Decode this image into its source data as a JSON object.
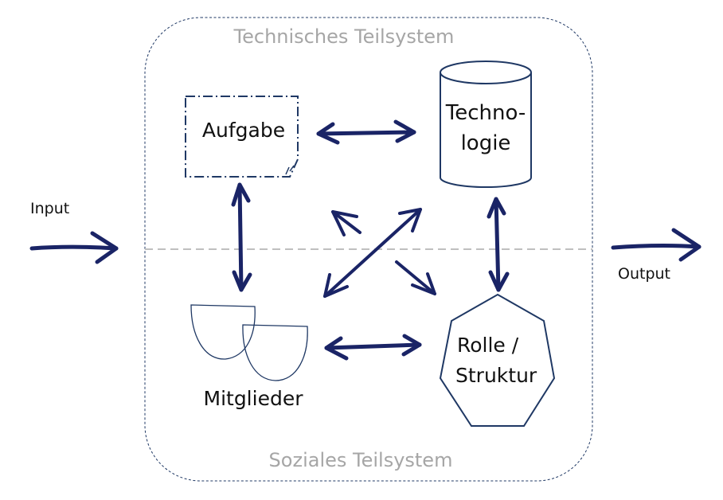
{
  "diagram": {
    "type": "socio-technical system model",
    "colors": {
      "arrow": "#1a2466",
      "shape_outline": "#1f3864",
      "subsystem_label": "#a6a6a6",
      "divider": "#bfbfbf"
    },
    "subsystems": {
      "technical": "Technisches Teilsystem",
      "social": "Soziales Teilsystem"
    },
    "nodes": {
      "task": {
        "label": "Aufgabe",
        "shape": "dash-dot rectangle"
      },
      "technology": {
        "line1": "Techno-",
        "line2": "logie",
        "shape": "cylinder"
      },
      "members": {
        "label": "Mitglieder",
        "shape": "two overlapping cups"
      },
      "role": {
        "line1": "Rolle /",
        "line2": "Struktur",
        "shape": "heptagon"
      }
    },
    "flows": {
      "input": "Input",
      "output": "Output"
    },
    "edges": [
      {
        "from": "Aufgabe",
        "to": "Technologie",
        "type": "bidirectional"
      },
      {
        "from": "Aufgabe",
        "to": "Mitglieder",
        "type": "bidirectional"
      },
      {
        "from": "Technologie",
        "to": "Rolle / Struktur",
        "type": "bidirectional"
      },
      {
        "from": "Mitglieder",
        "to": "Rolle / Struktur",
        "type": "bidirectional"
      },
      {
        "from": "Mitglieder",
        "to": "Technologie",
        "type": "bidirectional"
      },
      {
        "from": "center",
        "to": "Aufgabe",
        "type": "directed"
      },
      {
        "from": "center",
        "to": "Rolle / Struktur",
        "type": "directed"
      }
    ]
  }
}
